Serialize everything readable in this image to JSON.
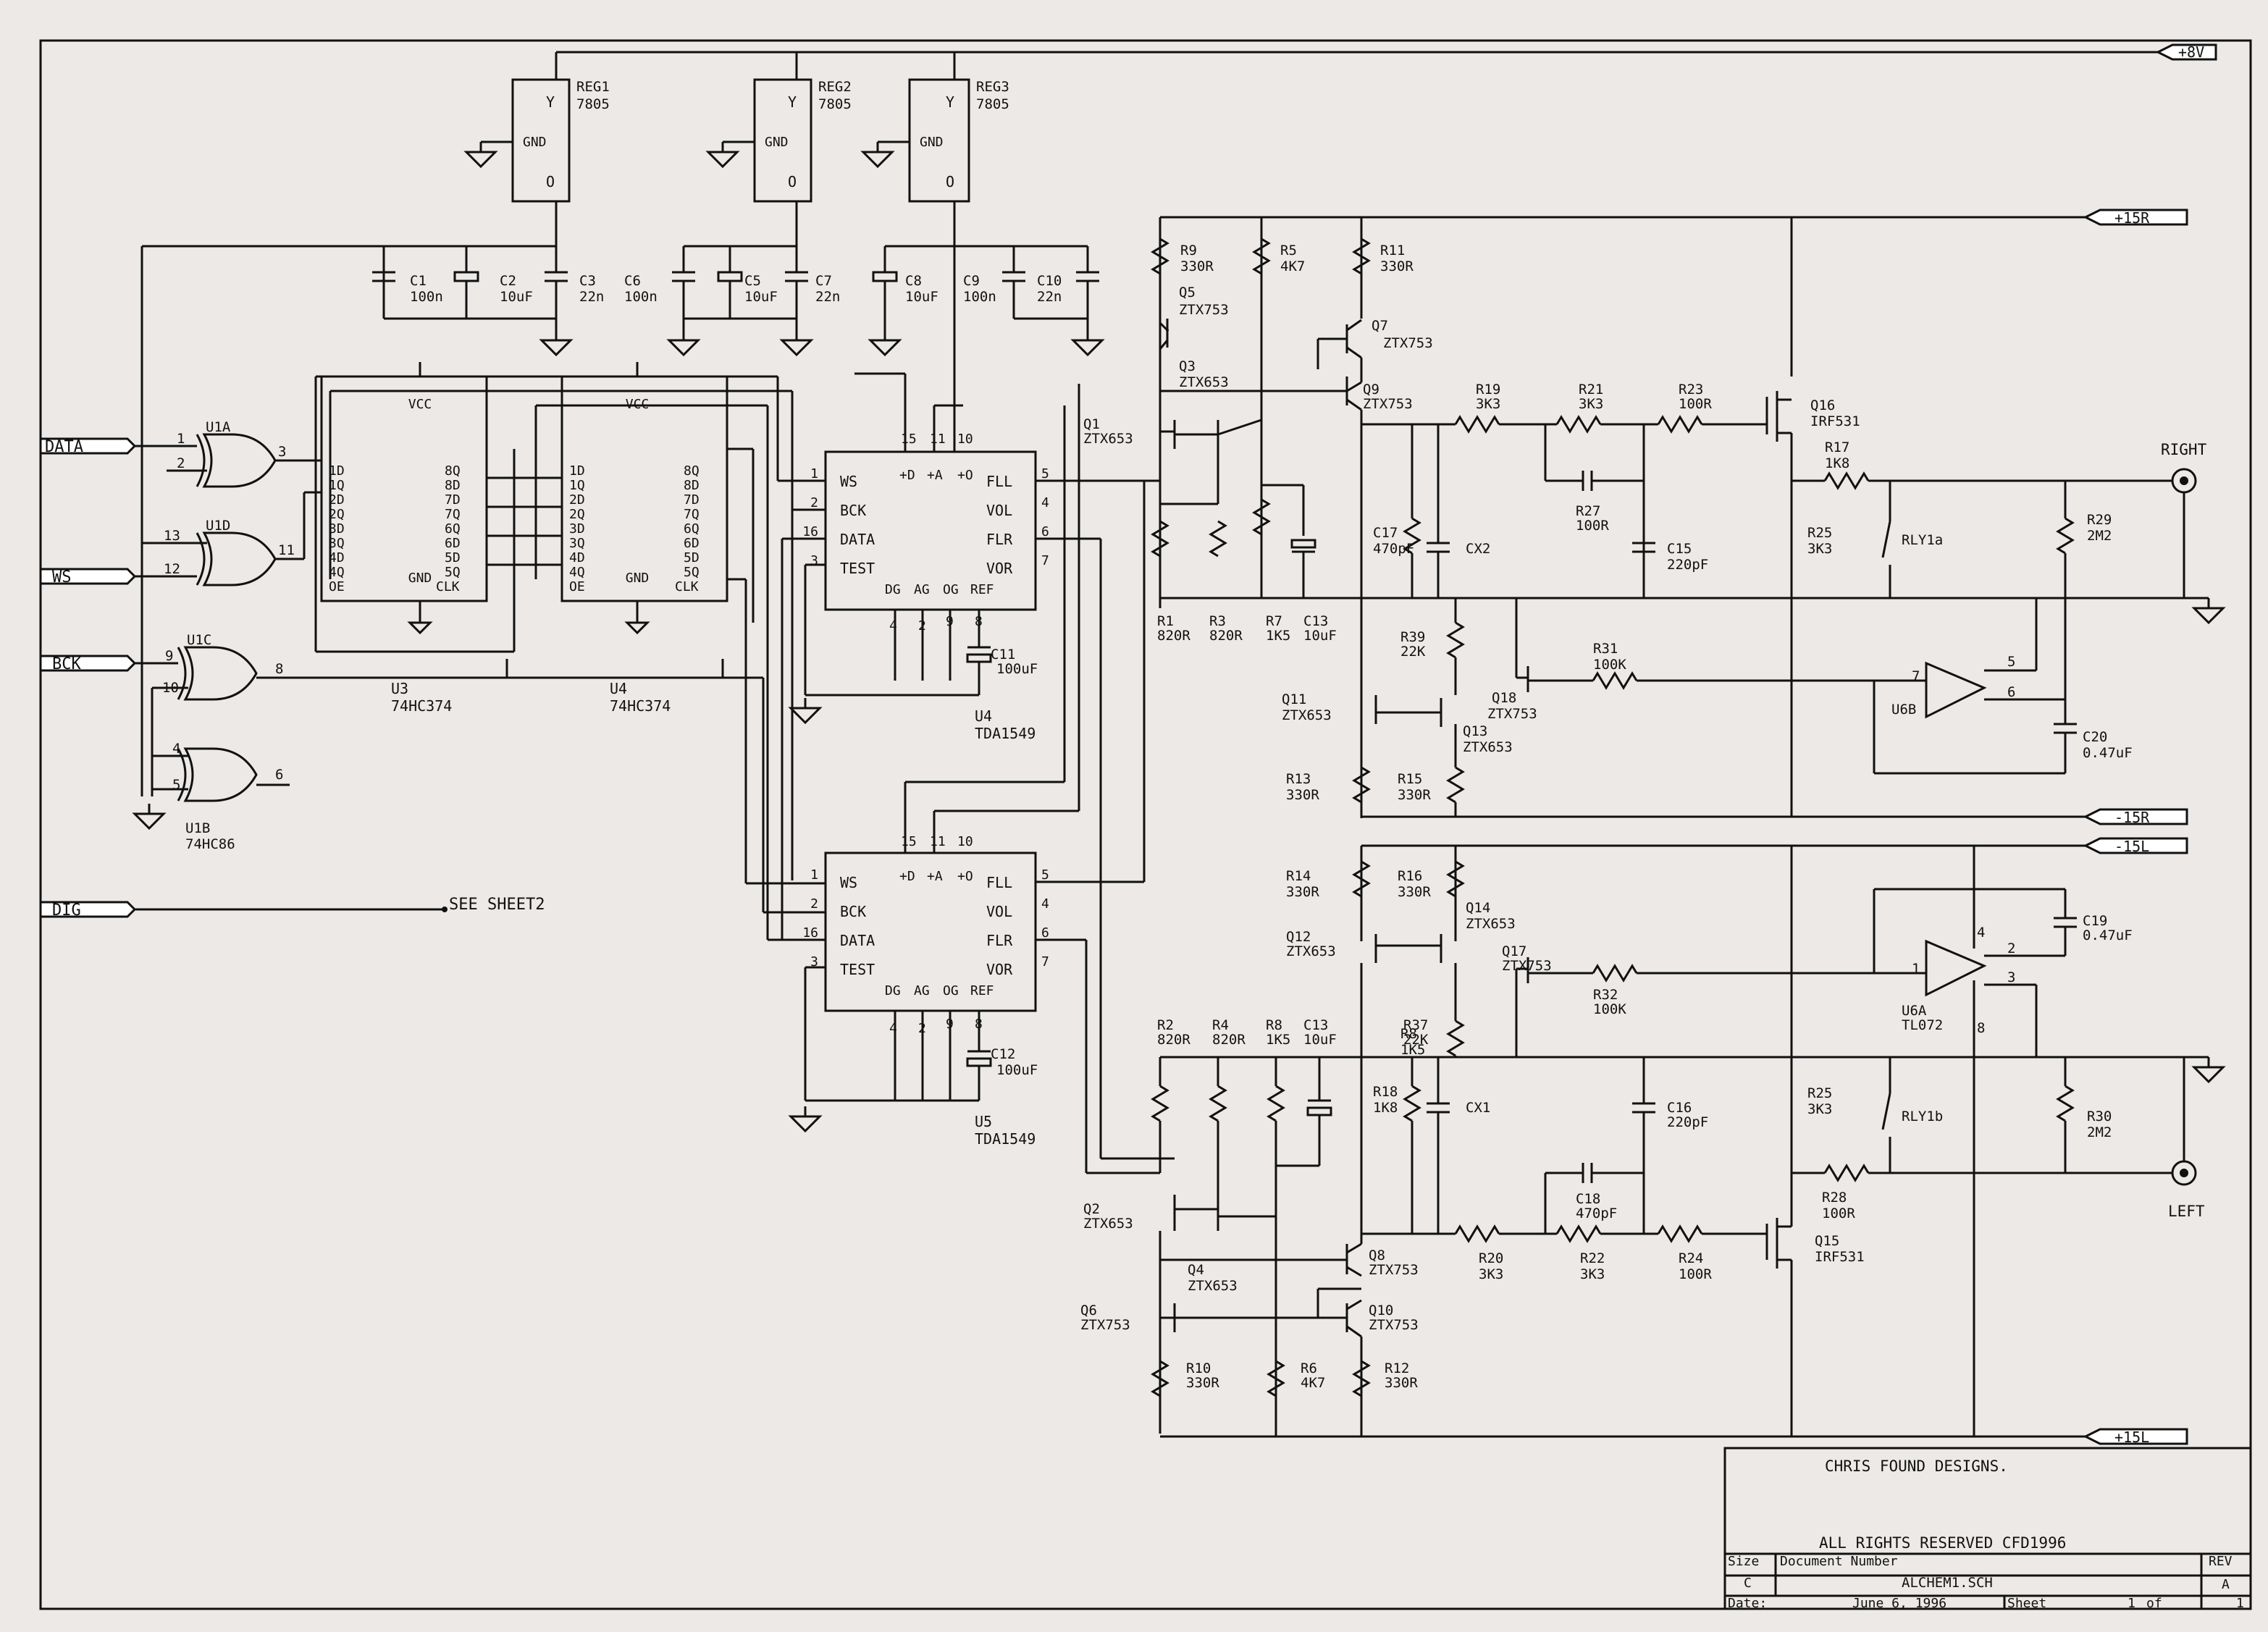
{
  "ports": {
    "data": "DATA",
    "ws": "WS",
    "bck": "BCK",
    "dig": "DIG",
    "p8v": "+8V",
    "p15r": "+15R",
    "m15r": "-15R",
    "m15l": "-15L",
    "p15l": "+15L"
  },
  "see_sheet": "SEE SHEET2",
  "regulators": [
    {
      "ref": "REG1",
      "val": "7805",
      "gnd": "GND"
    },
    {
      "ref": "REG2",
      "val": "7805",
      "gnd": "GND"
    },
    {
      "ref": "REG3",
      "val": "7805",
      "gnd": "GND"
    }
  ],
  "caps_top": [
    {
      "ref": "C1",
      "val": "100n"
    },
    {
      "ref": "C2",
      "val": "10uF"
    },
    {
      "ref": "C3",
      "val": "22n"
    },
    {
      "ref": "C6",
      "val": "100n"
    },
    {
      "ref": "C5",
      "val": "10uF"
    },
    {
      "ref": "C7",
      "val": "22n"
    },
    {
      "ref": "C8",
      "val": "10uF"
    },
    {
      "ref": "C9",
      "val": "100n"
    },
    {
      "ref": "C10",
      "val": "22n"
    }
  ],
  "xor_gates": [
    {
      "ref": "U1A",
      "pins": [
        "1",
        "2",
        "3"
      ]
    },
    {
      "ref": "U1D",
      "pins": [
        "13",
        "12",
        "11"
      ]
    },
    {
      "ref": "U1C",
      "pins": [
        "9",
        "10",
        "8"
      ]
    },
    {
      "ref": "U1B",
      "val": "74HC86",
      "pins": [
        "4",
        "5",
        "6"
      ]
    }
  ],
  "latches": [
    {
      "ref": "U3",
      "val": "74HC374"
    },
    {
      "ref": "U4",
      "val": "74HC374"
    }
  ],
  "latch_pins_left": [
    "1D",
    "1Q",
    "2D",
    "2Q",
    "3D",
    "3Q",
    "4D",
    "4Q",
    "OE"
  ],
  "latch_pins_right": [
    "8Q",
    "8D",
    "7D",
    "7Q",
    "6Q",
    "6D",
    "5D",
    "5Q",
    "CLK"
  ],
  "latch_supply": [
    "VCC",
    "GND"
  ],
  "dacs": [
    {
      "ref": "U4",
      "val": "TDA1549",
      "cap_ref": "C11",
      "cap_val": "100uF"
    },
    {
      "ref": "U5",
      "val": "TDA1549",
      "cap_ref": "C12",
      "cap_val": "100uF"
    }
  ],
  "dac_pins_left": [
    "WS",
    "BCK",
    "DATA",
    "TEST"
  ],
  "dac_pinnums_left": [
    "1",
    "2",
    "16",
    "3"
  ],
  "dac_pins_right": [
    "FLL",
    "VOL",
    "FLR",
    "VOR"
  ],
  "dac_pinnums_right": [
    "5",
    "4",
    "6",
    "7"
  ],
  "dac_pins_top": [
    "+D",
    "+A",
    "+O"
  ],
  "dac_pins_bottom": [
    "DG",
    "AG",
    "OG",
    "REF"
  ],
  "dac_pinnums_bottom": [
    "4",
    "2",
    "9",
    "8"
  ],
  "dac_pinnums_top": [
    "15",
    "11",
    "10"
  ],
  "right_channel": [
    {
      "ref": "R9",
      "val": "330R"
    },
    {
      "ref": "R5",
      "val": "4K7"
    },
    {
      "ref": "R11",
      "val": "330R"
    },
    {
      "ref": "Q5",
      "val": "ZTX753"
    },
    {
      "ref": "Q7",
      "val": "ZTX753"
    },
    {
      "ref": "Q3",
      "val": "ZTX653"
    },
    {
      "ref": "Q9",
      "val": "ZTX753"
    },
    {
      "ref": "R19",
      "val": "3K3"
    },
    {
      "ref": "R21",
      "val": "3K3"
    },
    {
      "ref": "R23",
      "val": "100R"
    },
    {
      "ref": "Q16",
      "val": "IRF531"
    },
    {
      "ref": "Q1",
      "val": "ZTX653"
    },
    {
      "ref": "R27",
      "val": "100R"
    },
    {
      "ref": "C17",
      "val": "470pF"
    },
    {
      "ref": "R17",
      "val": "1K8"
    },
    {
      "ref": "CX2",
      "val": ""
    },
    {
      "ref": "C15",
      "val": "220pF"
    },
    {
      "ref": "R25",
      "val": "3K3"
    },
    {
      "ref": "RLY1a",
      "val": ""
    },
    {
      "ref": "R29",
      "val": "2M2"
    },
    {
      "ref": "R1",
      "val": "820R"
    },
    {
      "ref": "R3",
      "val": "820R"
    },
    {
      "ref": "R7",
      "val": "1K5"
    },
    {
      "ref": "C13",
      "val": "10uF"
    },
    {
      "ref": "R39",
      "val": "22K"
    },
    {
      "ref": "R31",
      "val": "100K"
    },
    {
      "ref": "Q11",
      "val": "ZTX653"
    },
    {
      "ref": "Q18",
      "val": "ZTX753"
    },
    {
      "ref": "Q13",
      "val": "ZTX653"
    },
    {
      "ref": "U6B",
      "val": ""
    },
    {
      "ref": "C20",
      "val": "0.47uF"
    },
    {
      "ref": "R13",
      "val": "330R"
    },
    {
      "ref": "R15",
      "val": "330R"
    }
  ],
  "left_channel": [
    {
      "ref": "R14",
      "val": "330R"
    },
    {
      "ref": "R16",
      "val": "330R"
    },
    {
      "ref": "Q14",
      "val": "ZTX653"
    },
    {
      "ref": "Q12",
      "val": "ZTX653"
    },
    {
      "ref": "Q17",
      "val": "ZTX753"
    },
    {
      "ref": "R32",
      "val": "100K"
    },
    {
      "ref": "C19",
      "val": "0.47uF"
    },
    {
      "ref": "U6A",
      "val": "TL072"
    },
    {
      "ref": "R2",
      "val": "820R"
    },
    {
      "ref": "R4",
      "val": "820R"
    },
    {
      "ref": "R8",
      "val": "1K5"
    },
    {
      "ref": "C13",
      "val": "10uF"
    },
    {
      "ref": "R37",
      "val": "22K"
    },
    {
      "ref": "R18",
      "val": "1K8"
    },
    {
      "ref": "CX1",
      "val": ""
    },
    {
      "ref": "C16",
      "val": "220pF"
    },
    {
      "ref": "R25",
      "val": "3K3"
    },
    {
      "ref": "RLY1b",
      "val": ""
    },
    {
      "ref": "R30",
      "val": "2M2"
    },
    {
      "ref": "C18",
      "val": "470pF"
    },
    {
      "ref": "R28",
      "val": "100R"
    },
    {
      "ref": "Q2",
      "val": "ZTX653"
    },
    {
      "ref": "Q4",
      "val": "ZTX653"
    },
    {
      "ref": "Q8",
      "val": "ZTX753"
    },
    {
      "ref": "R20",
      "val": "3K3"
    },
    {
      "ref": "R22",
      "val": "3K3"
    },
    {
      "ref": "R24",
      "val": "100R"
    },
    {
      "ref": "Q15",
      "val": "IRF531"
    },
    {
      "ref": "Q6",
      "val": "ZTX753"
    },
    {
      "ref": "Q10",
      "val": "ZTX753"
    },
    {
      "ref": "R10",
      "val": "330R"
    },
    {
      "ref": "R6",
      "val": "4K7"
    },
    {
      "ref": "R12",
      "val": "330R"
    }
  ],
  "opamp_pins": {
    "u6b": [
      "7",
      "5",
      "6"
    ],
    "u6a": [
      "1",
      "2",
      "3",
      "4",
      "8"
    ]
  },
  "outputs": {
    "right": "RIGHT",
    "left": "LEFT"
  },
  "title_block": {
    "company": "CHRIS FOUND DESIGNS.",
    "rights": "ALL RIGHTS RESERVED CFD1996",
    "size_label": "Size",
    "size": "C",
    "docnum_label": "Document Number",
    "docnum": "ALCHEM1.SCH",
    "rev_label": "REV",
    "rev": "A",
    "date_label": "Date:",
    "date": "June  6, 1996",
    "sheet_label": "Sheet",
    "sheet": "1",
    "of_label": "of",
    "of": "1"
  }
}
